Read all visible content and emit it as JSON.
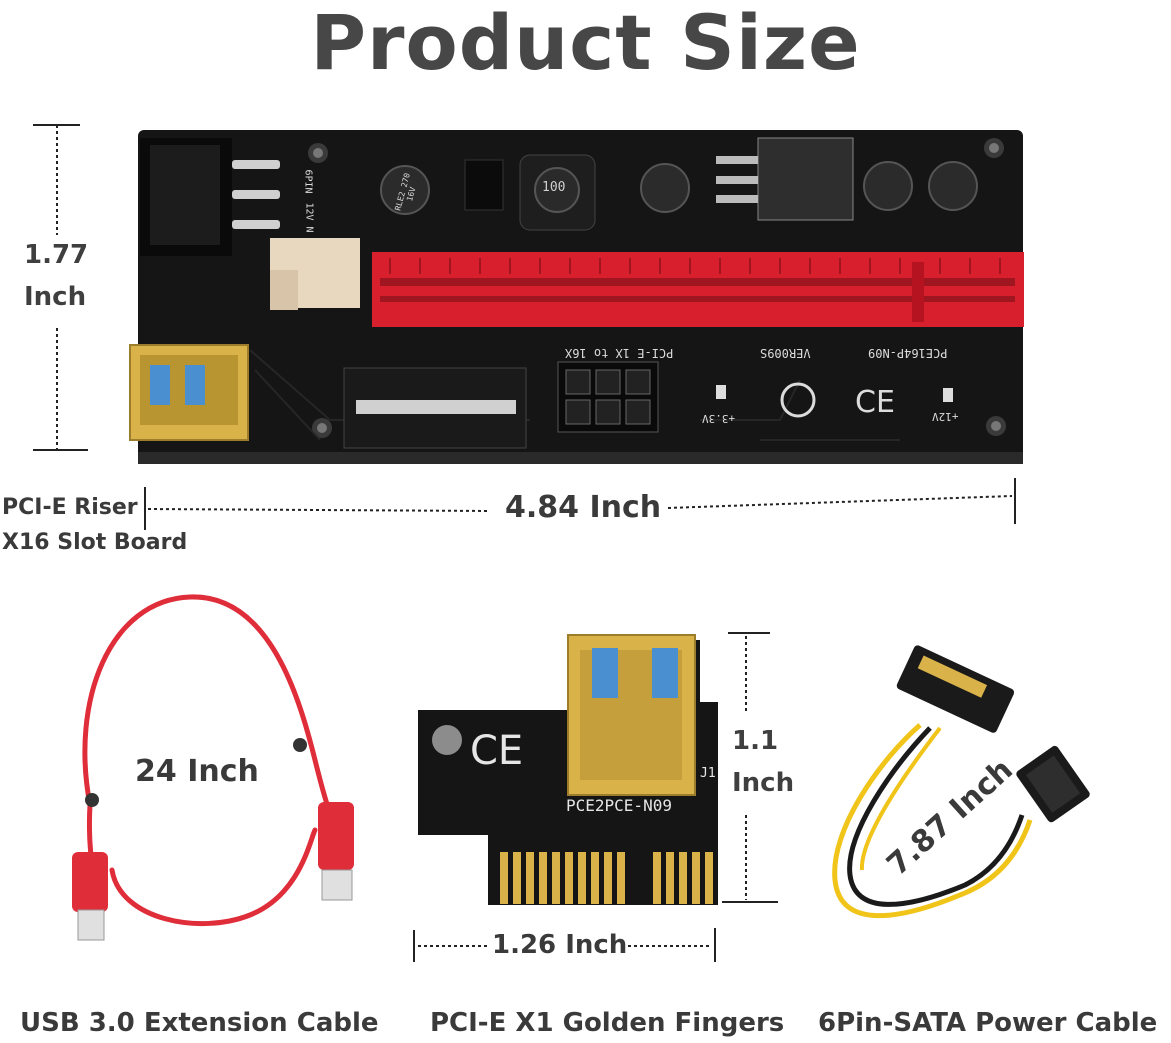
{
  "title": "Product Size",
  "riser": {
    "height_line1": "1.77",
    "height_line2": "Inch",
    "width": "4.84 Inch",
    "name_line1": "PCI-E Riser",
    "name_line2": "X16 Slot Board",
    "silk_model": "PCE164P-N09",
    "silk_ver": "VER009S",
    "silk_slot": "PCI-E 1X to 16X",
    "silk_12v": "+12V",
    "silk_33v": "+3.3V",
    "silk_6pin": "6PIN",
    "silk_12vn": "12V N",
    "cap_label": "RLE2 270 16V",
    "inductor": "100"
  },
  "adapter": {
    "height_line1": "1.1",
    "height_line2": "Inch",
    "width": "1.26 Inch",
    "silk_model": "PCE2PCE-N09",
    "silk_ce": "CE",
    "silk_j1": "J1"
  },
  "usb_cable": {
    "length": "24 Inch"
  },
  "power_cable": {
    "length": "7.87 Inch"
  },
  "captions": {
    "usb": "USB 3.0 Extension Cable",
    "x1": "PCI-E X1 Golden Fingers",
    "power": "6Pin-SATA Power Cable"
  },
  "colors": {
    "pcb": "#151515",
    "slot_red": "#d81f2d",
    "gold": "#d9b24a",
    "usb_blue": "#4a8fd0",
    "cable_red": "#e02d3a",
    "wire_yellow": "#f0c419"
  }
}
